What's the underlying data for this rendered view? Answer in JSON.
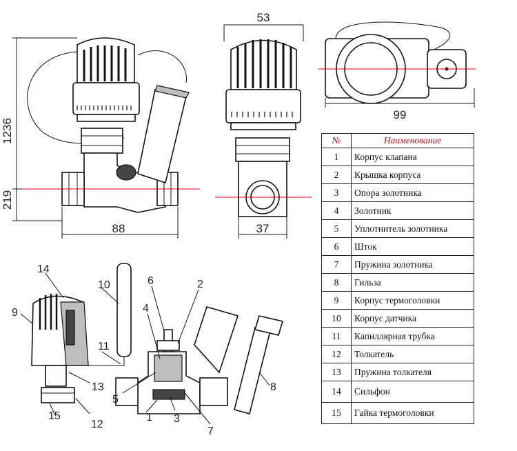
{
  "dimensions": {
    "height_total": "1236",
    "height_axis": "219",
    "length": "88",
    "width_top": "53",
    "width_bottom": "37",
    "depth": "99"
  },
  "table": {
    "header_num": "№",
    "header_name": "Наименование",
    "rows": [
      {
        "num": "1",
        "name": "Корпус клапана"
      },
      {
        "num": "2",
        "name": "Крышка корпуса"
      },
      {
        "num": "3",
        "name": "Опора золотника"
      },
      {
        "num": "4",
        "name": "Золотник"
      },
      {
        "num": "5",
        "name": "Уплотнитель золотника"
      },
      {
        "num": "6",
        "name": "Шток"
      },
      {
        "num": "7",
        "name": "Пружина золотника"
      },
      {
        "num": "8",
        "name": "Гильза"
      },
      {
        "num": "9",
        "name": "Корпус термоголовки"
      },
      {
        "num": "10",
        "name": "Корпус датчика"
      },
      {
        "num": "11",
        "name": "Капиллярная трубка"
      },
      {
        "num": "12",
        "name": "Толкатель"
      },
      {
        "num": "13",
        "name": "Пружина толкателя"
      },
      {
        "num": "14",
        "name": "Сильфон"
      },
      {
        "num": "15",
        "name": "Гайка термоголовки"
      }
    ]
  },
  "callouts": {
    "c1": "1",
    "c2": "2",
    "c3": "3",
    "c4": "4",
    "c5": "5",
    "c6": "6",
    "c7": "7",
    "c8": "8",
    "c9": "9",
    "c10": "10",
    "c11": "11",
    "c12": "12",
    "c13": "13",
    "c14": "14",
    "c15": "15"
  },
  "colors": {
    "axis": "#d00000",
    "table_header": "#b0141d"
  }
}
